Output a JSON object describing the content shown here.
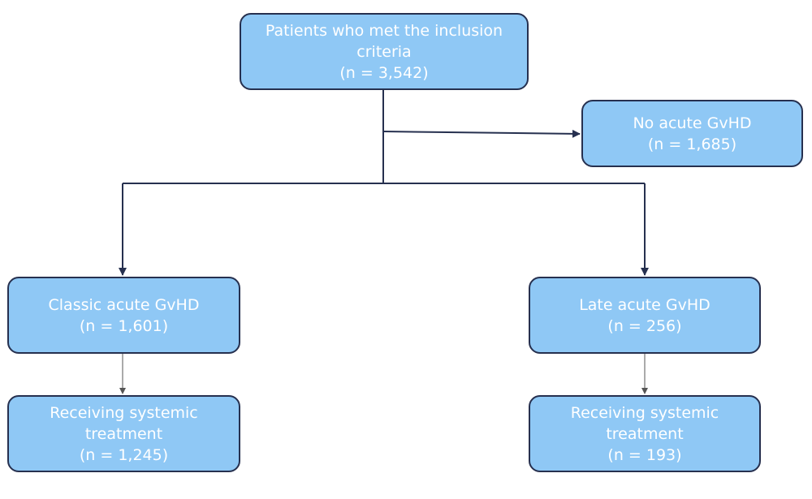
{
  "colors": {
    "box_fill": "#8fc8f5",
    "box_border": "#26304f",
    "box_text": "#ffffff",
    "line": "#26304f",
    "line_light": "#555555"
  },
  "nodes": {
    "root": {
      "line1": "Patients who met the inclusion",
      "line2": "criteria",
      "count": "(n = 3,542)"
    },
    "no_gvhd": {
      "line1": "No acute GvHD",
      "count": "(n = 1,685)"
    },
    "classic": {
      "line1": "Classic acute GvHD",
      "count": "(n = 1,601)"
    },
    "late": {
      "line1": "Late acute GvHD",
      "count": "(n = 256)"
    },
    "classic_treatment": {
      "line1": "Receiving systemic",
      "line2": "treatment",
      "count": "(n = 1,245)"
    },
    "late_treatment": {
      "line1": "Receiving systemic",
      "line2": "treatment",
      "count": "(n = 193)"
    }
  },
  "edges": [
    {
      "from": "root",
      "to": "no_gvhd"
    },
    {
      "from": "root",
      "to": "classic"
    },
    {
      "from": "root",
      "to": "late"
    },
    {
      "from": "classic",
      "to": "classic_treatment"
    },
    {
      "from": "late",
      "to": "late_treatment"
    }
  ]
}
